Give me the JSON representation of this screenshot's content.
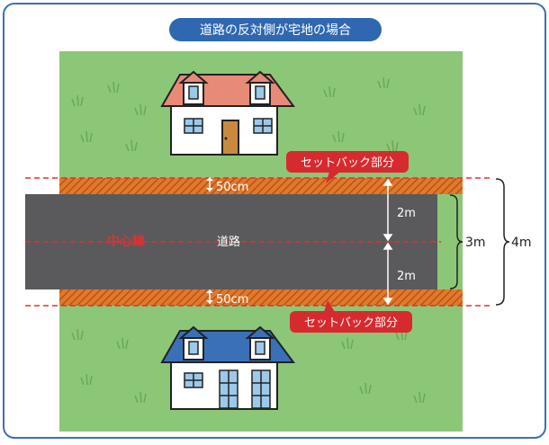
{
  "title": "道路の反対側が宅地の場合",
  "road_label": "道路",
  "center_line_label": "中心線",
  "setback_label": "セットバック部分",
  "setback_width_top": "50cm",
  "setback_width_bottom": "50cm",
  "half_width_top": "2m",
  "half_width_bottom": "2m",
  "road_width": "3m",
  "required_width": "4m",
  "colors": {
    "frame": "#3d6fb6",
    "title_bg": "#2f68b1",
    "grass": "#8cc777",
    "road": "#5a5a5c",
    "setback": "#e07a2a",
    "dashed_line": "#e0312f",
    "callout_bg": "#d72a2f",
    "roof_top_house": "#e88a78",
    "roof_bottom_house": "#3a70b8"
  }
}
